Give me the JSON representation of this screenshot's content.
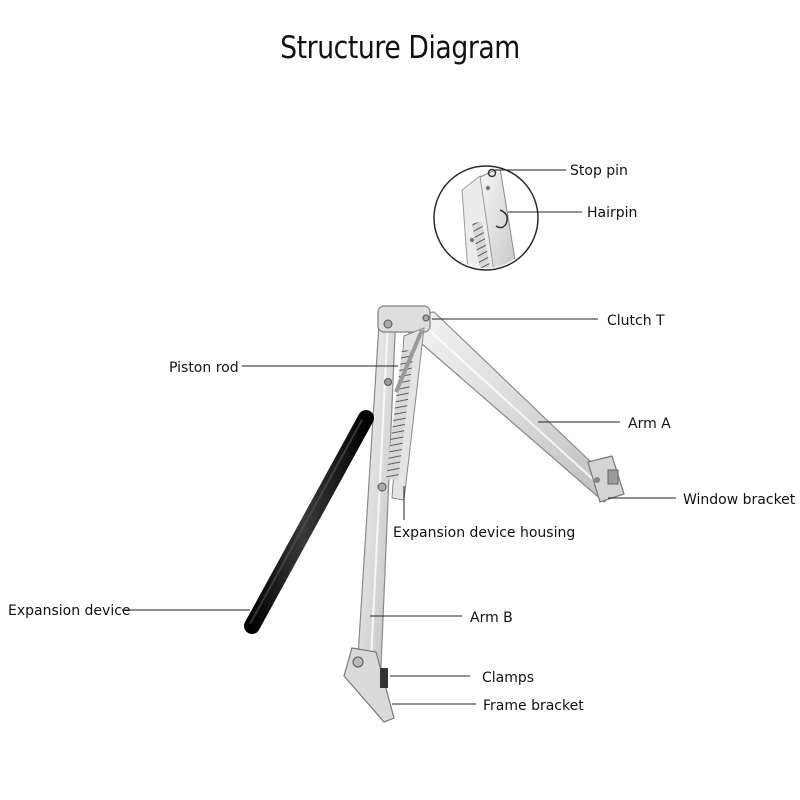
{
  "title": "Structure Diagram",
  "labels": {
    "stop_pin": "Stop pin",
    "hairpin": "Hairpin",
    "clutch_t": "Clutch T",
    "piston_rod": "Piston rod",
    "arm_a": "Arm A",
    "window_bracket": "Window bracket",
    "expansion_device_housing": "Expansion device housing",
    "expansion_device": "Expansion device",
    "arm_b": "Arm B",
    "clamps": "Clamps",
    "frame_bracket": "Frame bracket"
  },
  "colors": {
    "metal": "#e3e3e3",
    "metal_edge": "#8a8a8a",
    "spring": "#6f6f6f",
    "rod": "#141414",
    "leader": "#222222"
  }
}
